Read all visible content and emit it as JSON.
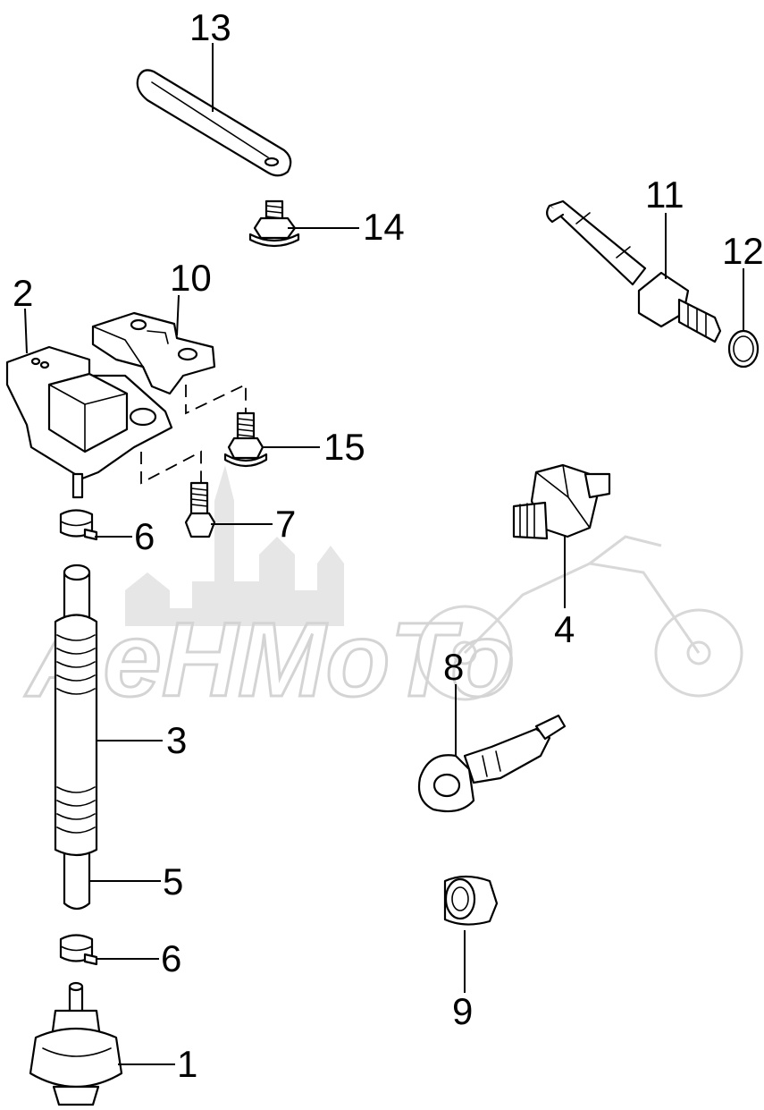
{
  "watermark": {
    "text": "AeHMoTo"
  },
  "callouts": {
    "c1": "1",
    "c2": "2",
    "c3": "3",
    "c4": "4",
    "c5": "5",
    "c6a": "6",
    "c6b": "6",
    "c7": "7",
    "c8": "8",
    "c9": "9",
    "c10": "10",
    "c11": "11",
    "c12": "12",
    "c13": "13",
    "c14": "14",
    "c15": "15"
  }
}
